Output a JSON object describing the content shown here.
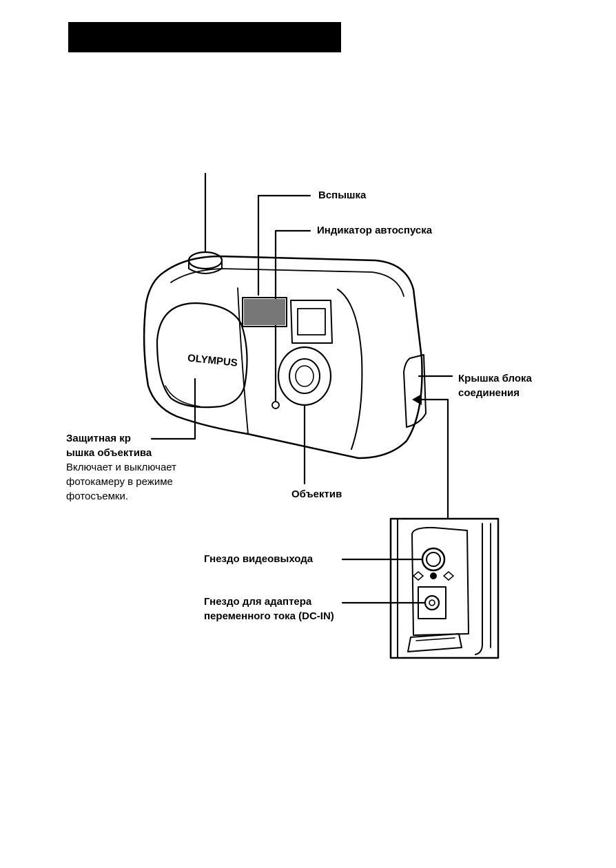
{
  "labels": {
    "flash": "Вспышка",
    "self_timer": "Индикатор автоспуска",
    "connector_cover_line1": "Крышка блока",
    "connector_cover_line2": "соединения",
    "lens_barrier_line1": "Защитная кр",
    "lens_barrier_line2": "ышка объектива",
    "lens_barrier_desc_line1": "Включает и выключает",
    "lens_barrier_desc_line2": "фотокамеру в режиме",
    "lens_barrier_desc_line3": "фотосъемки.",
    "lens": "Объектив",
    "video_out": "Гнездо видеовыхода",
    "dc_in_line1": "Гнездо для адаптера",
    "dc_in_line2": "переменного тока (DC-IN)"
  },
  "camera_brand": "OLYMPUS"
}
